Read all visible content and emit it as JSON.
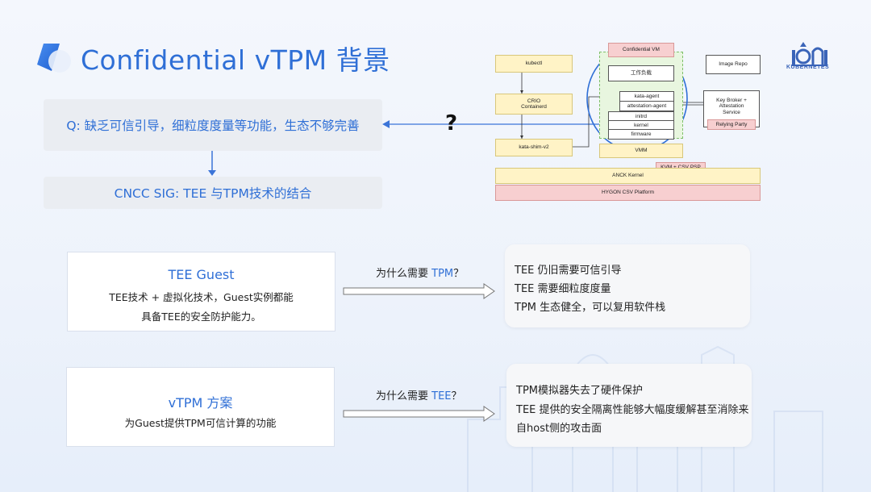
{
  "header": {
    "title": "Confidential vTPM 背景",
    "k8s_label": "KUBERNETES"
  },
  "question_box": {
    "text": "Q: 缺乏可信引导，细粒度度量等功能，生态不够完善"
  },
  "cncc_box": {
    "text": "CNCC SIG: TEE 与TPM技术的结合"
  },
  "question_mark": "?",
  "diagram": {
    "kubectl": "kubectl",
    "crio": "CRIO\nContainerd",
    "shim": "kata-shim-v2",
    "confidential_vm": "Confidential VM",
    "workload": "工作负载",
    "kata_agent": "kata-agent",
    "attestation_agent": "attestation-agent",
    "initrd": "initrd",
    "kernel": "kernel",
    "firmware": "firmware",
    "vmm": "VMM",
    "image_repo": "Image Repo",
    "key_broker": "Key Broker +\nAttestation\nService",
    "relying_party": "Relying Party",
    "kvm_psp": "KVM + CSV PSP",
    "anck_kernel": "ANCK Kernel",
    "hygon": "HYGON CSV Platform"
  },
  "tee_guest": {
    "title": "TEE Guest",
    "line1": "TEE技术 + 虚拟化技术，Guest实例都能",
    "line2": "具备TEE的安全防护能力。",
    "why_prefix": "为什么需要",
    "why_highlight": "TPM",
    "why_suffix": "？",
    "answers": [
      "TEE 仍旧需要可信引导",
      "TEE 需要细粒度度量",
      "TPM 生态健全，可以复用软件栈"
    ]
  },
  "vtpm": {
    "title": "vTPM 方案",
    "line1": "为Guest提供TPM可信计算的功能",
    "why_prefix": "为什么需要",
    "why_highlight": "TEE",
    "why_suffix": "？",
    "answers": [
      "TPM模拟器失去了硬件保护",
      "TEE 提供的安全隔离性能够大幅度缓解甚至消除来",
      "自host侧的攻击面"
    ]
  },
  "colors": {
    "accent": "#2f6fd6",
    "grey_box": "#eaedf2",
    "diagram_yellow": "#fff3c6",
    "diagram_pink": "#f7cfd0",
    "diagram_green": "#e8f6df"
  }
}
